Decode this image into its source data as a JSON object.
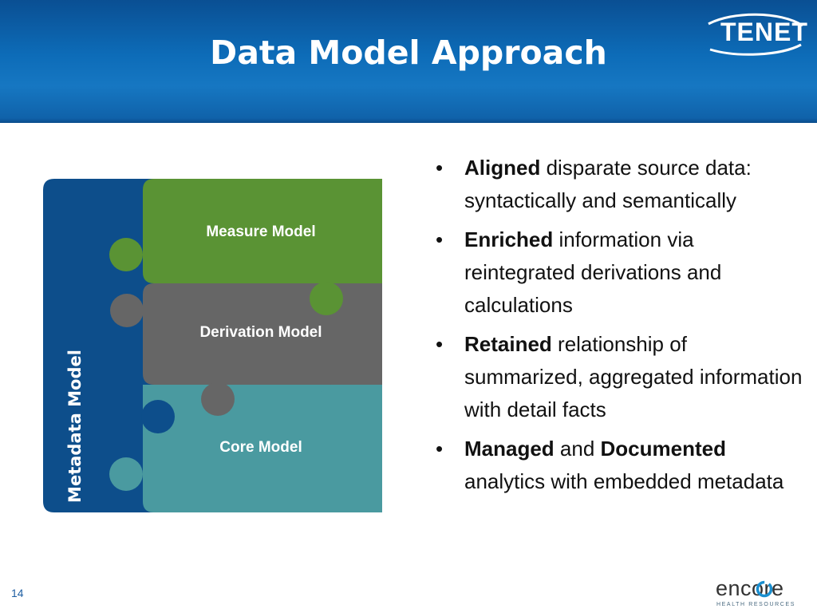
{
  "slide": {
    "title": "Data Model Approach",
    "page_number": "14"
  },
  "logos": {
    "top_right": "TENET",
    "bottom_right": "encore",
    "bottom_right_tagline": "HEALTH RESOURCES"
  },
  "diagram": {
    "frame_label": "Metadata Model",
    "pieces": [
      {
        "label": "Measure Model",
        "color": "#5a9334"
      },
      {
        "label": "Derivation Model",
        "color": "#666666"
      },
      {
        "label": "Core Model",
        "color": "#4a9aa0"
      }
    ],
    "frame_color": "#0d4e8b"
  },
  "bullets": [
    {
      "bold": "Aligned",
      "text": " disparate source data: syntactically and semantically"
    },
    {
      "bold": "Enriched",
      "text": " information via reintegrated derivations and calculations"
    },
    {
      "bold": "Retained",
      "text": " relationship of summarized, aggregated information with detail facts"
    },
    {
      "bold": "Managed",
      "text": " and ",
      "bold2": "Documented",
      "text2": " analytics with embedded metadata"
    }
  ],
  "colors": {
    "header_blue": "#0d6cb8",
    "measure_green": "#5a9334",
    "derivation_gray": "#666666",
    "core_teal": "#4a9aa0",
    "metadata_navy": "#0d4e8b"
  }
}
